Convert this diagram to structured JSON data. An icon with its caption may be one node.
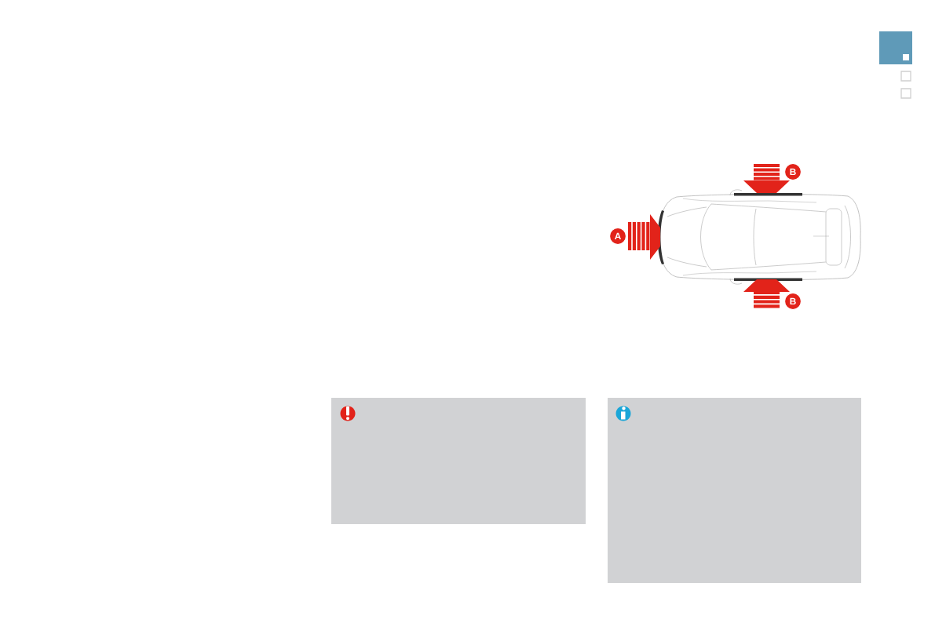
{
  "diagram": {
    "nodes": [
      {
        "text": [
          "A"
        ]
      },
      {
        "text": [
          "B"
        ]
      },
      {
        "text": [
          "B"
        ]
      }
    ]
  }
}
